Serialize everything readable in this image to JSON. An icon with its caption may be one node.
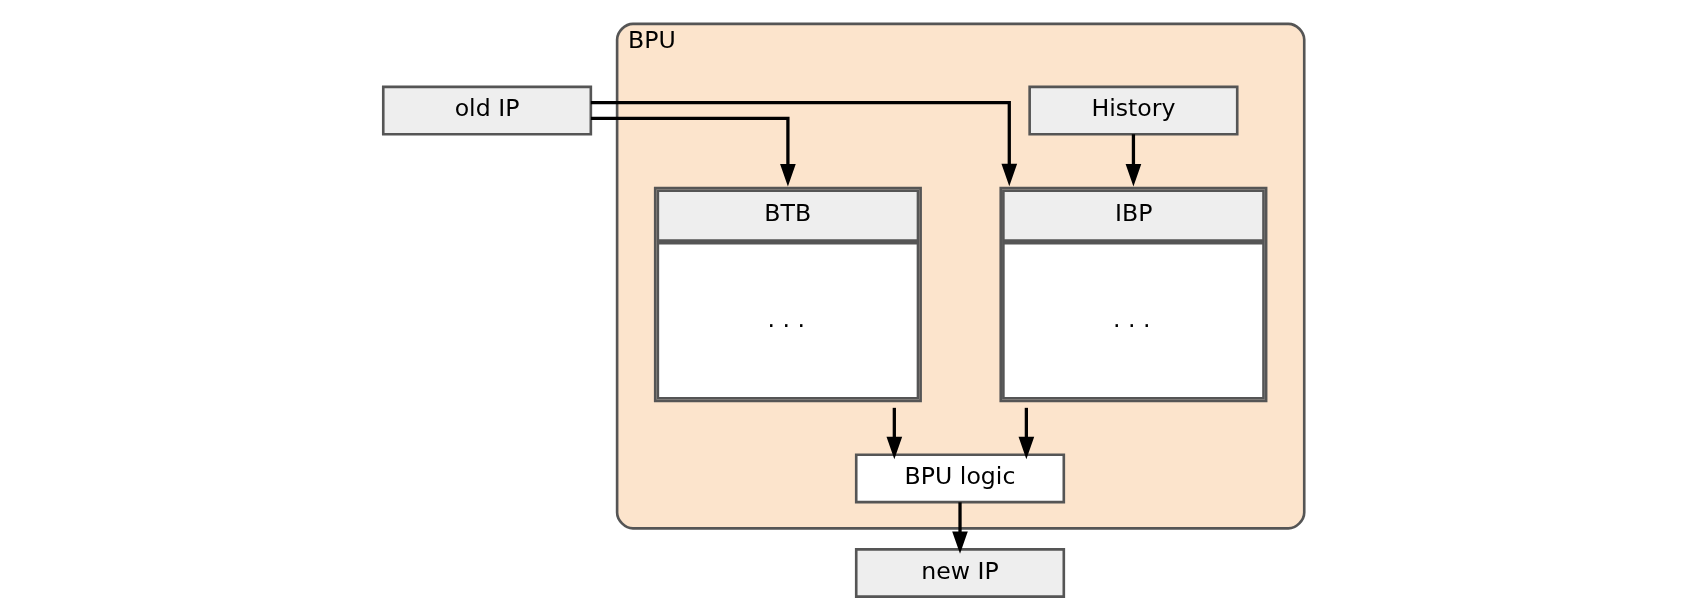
{
  "diagram": {
    "nodes": [
      {
        "text": [
          "old IP"
        ]
      },
      {
        "text": [
          "BPU"
        ]
      },
      {
        "text": [
          "History"
        ],
        "in": 1
      },
      {
        "text": [
          "BTB",
          ". . ."
        ],
        "in": 1
      },
      {
        "text": [
          "IBP",
          ". . ."
        ],
        "in": 1
      },
      {
        "text": [
          "BPU logic"
        ],
        "in": 1
      },
      {
        "text": [
          "new IP"
        ]
      }
    ],
    "edges": [
      {
        "from": 0,
        "to": 3,
        "arrow": "to"
      },
      {
        "from": 0,
        "to": 4,
        "arrow": "to"
      },
      {
        "from": 2,
        "to": 4,
        "arrow": "to"
      },
      {
        "from": 3,
        "to": 5,
        "arrow": "to"
      },
      {
        "from": 4,
        "to": 5,
        "arrow": "to"
      },
      {
        "from": 5,
        "to": 6,
        "arrow": "to"
      }
    ]
  }
}
